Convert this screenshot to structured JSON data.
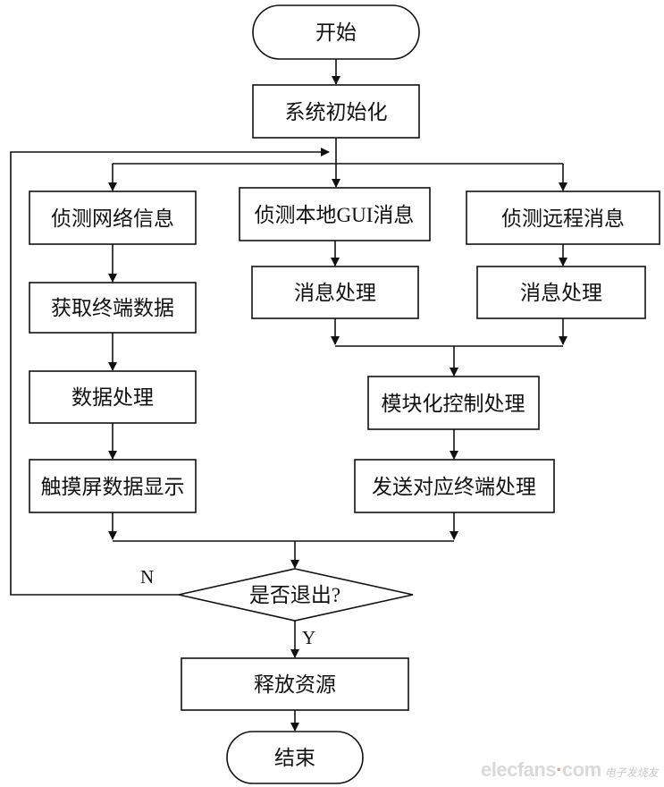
{
  "nodes": {
    "start": "开始",
    "init": "系统初始化",
    "detect_network": "侦测网络信息",
    "detect_local_gui": "侦测本地GUI消息",
    "detect_remote": "侦测远程消息",
    "get_terminal_data": "获取终端数据",
    "msg_process_local": "消息处理",
    "msg_process_remote": "消息处理",
    "data_process": "数据处理",
    "module_control": "模块化控制处理",
    "touch_display": "触摸屏数据显示",
    "send_terminal": "发送对应终端处理",
    "exit_decision": "是否退出?",
    "release": "释放资源",
    "end": "结束"
  },
  "edge_labels": {
    "no": "N",
    "yes": "Y"
  },
  "watermark": {
    "brand": "elecfans",
    "dot": "·",
    "tld": "com",
    "sub": "电子发烧友"
  }
}
